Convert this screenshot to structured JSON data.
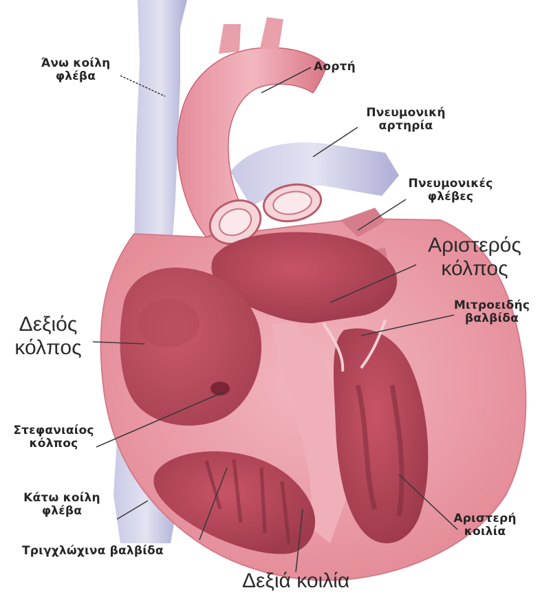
{
  "diagram": {
    "labels": {
      "superior_vena_cava": [
        "Άνω κοίλη",
        "φλέβα"
      ],
      "aorta": [
        "Αορτή"
      ],
      "pulmonary_artery": [
        "Πνευμονική",
        "αρτηρία"
      ],
      "pulmonary_veins": [
        "Πνευμονικές",
        "φλέβες"
      ],
      "left_atrium": [
        "Αριστερός",
        "κόλπος"
      ],
      "mitral_valve": [
        "Μιτροειδής",
        "βαλβίδα"
      ],
      "right_atrium": [
        "Δεξιός",
        "κόλπος"
      ],
      "coronary_sinus": [
        "Στεφανιαίος",
        "κόλπος"
      ],
      "inferior_vena_cava": [
        "Κάτω κοίλη",
        "φλέβα"
      ],
      "tricuspid_valve": [
        "Τριγχλώχινα βαλβίδα"
      ],
      "right_ventricle": [
        "Δεξιά κοιλία"
      ],
      "left_ventricle": [
        "Αριστερή",
        "κοιλία"
      ]
    },
    "colors": {
      "muscle": "#d9707e",
      "muscle_dark": "#b84c5c",
      "chamber_wall": "#ec9aa6",
      "vein_blue": "#b4b3db",
      "vein_light": "#d8d8ee",
      "background": "#ffffff",
      "text": "#262626"
    }
  }
}
